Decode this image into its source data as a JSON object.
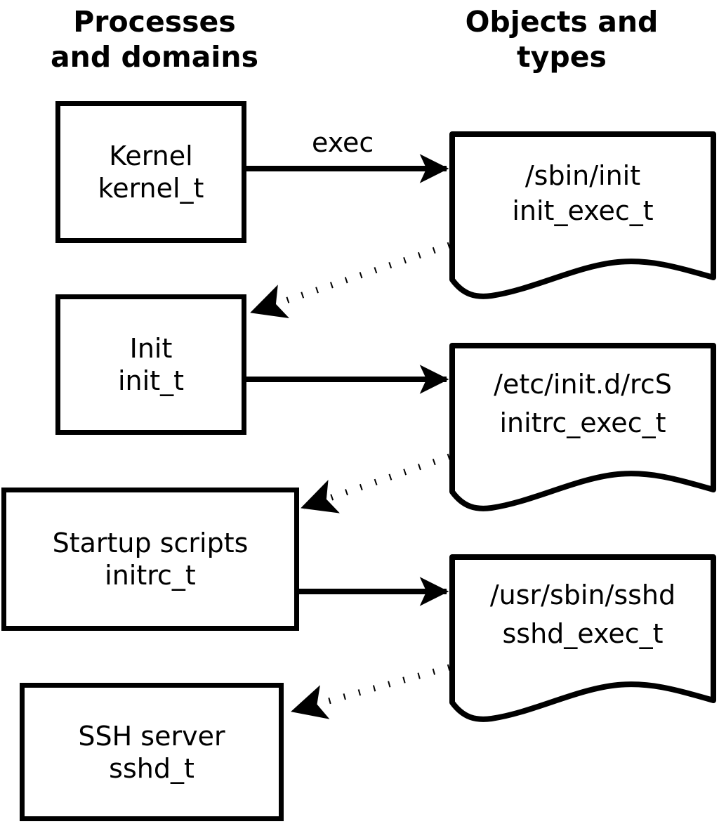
{
  "diagram": {
    "title": "SELinux process domains and object types transition diagram",
    "background_color": "#ffffff",
    "stroke_color": "#000000",
    "headers": {
      "left": "Processes\nand domains",
      "right": "Objects and\ntypes"
    },
    "process_boxes": [
      {
        "name": "kernel",
        "line1": "Kernel",
        "line2": "kernel_t"
      },
      {
        "name": "init",
        "line1": "Init",
        "line2": "init_t"
      },
      {
        "name": "startup-scripts",
        "line1": "Startup scripts",
        "line2": "initrc_t"
      },
      {
        "name": "ssh-server",
        "line1": "SSH server",
        "line2": "sshd_t"
      }
    ],
    "object_documents": [
      {
        "name": "init-exec",
        "line1": "/sbin/init",
        "line2": "init_exec_t"
      },
      {
        "name": "initrc-exec",
        "line1": "/etc/init.d/rcS",
        "line2": "initrc_exec_t"
      },
      {
        "name": "sshd-exec",
        "line1": "/usr/sbin/sshd",
        "line2": "sshd_exec_t"
      }
    ],
    "edges": [
      {
        "name": "kernel-exec-init",
        "label": "exec",
        "style": "solid",
        "from": "kernel",
        "to": "init-exec"
      },
      {
        "name": "init-exec-transition-init",
        "label": "",
        "style": "dotted",
        "from": "init-exec",
        "to": "init"
      },
      {
        "name": "init-exec-initrc",
        "label": "",
        "style": "solid",
        "from": "init",
        "to": "initrc-exec"
      },
      {
        "name": "initrc-exec-transition-initrc",
        "label": "",
        "style": "dotted",
        "from": "initrc-exec",
        "to": "startup-scripts"
      },
      {
        "name": "initrc-exec-sshd",
        "label": "",
        "style": "solid",
        "from": "startup-scripts",
        "to": "sshd-exec"
      },
      {
        "name": "sshd-exec-transition-sshd",
        "label": "",
        "style": "dotted",
        "from": "sshd-exec",
        "to": "ssh-server"
      }
    ]
  }
}
